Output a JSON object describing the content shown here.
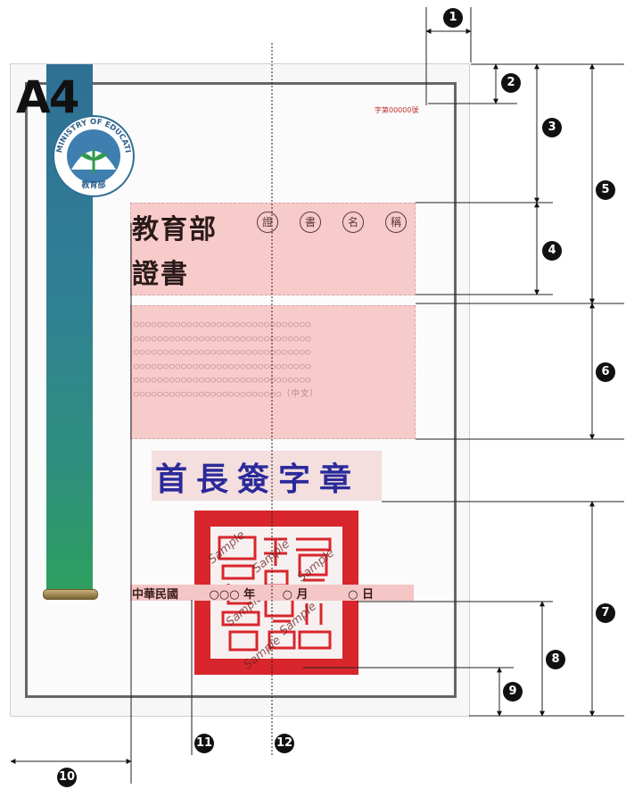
{
  "page_label": "A4",
  "logo": {
    "ring_text": "MINISTRY OF EDUCATION",
    "inner_text": "教育部",
    "icon": "education-emblem-icon"
  },
  "serial": "字第00000號",
  "title": {
    "main": "教育部",
    "sub": "證書",
    "circled_chars": [
      "證",
      "書",
      "名",
      "稱"
    ]
  },
  "body_text_lines": [
    "○○○○○○○○○○○○○○○○○○○○○○○○○○○○○○",
    "○○○○○○○○○○○○○○○○○○○○○○○○○○○○○○",
    "○○○○○○○○○○○○○○○○○○○○○○○○○○○○○○",
    "○○○○○○○○○○○○○○○○○○○○○○○○○○○○○○",
    "○○○○○○○○○○○○○○○○○○○○○○○○○○○○○○",
    "○○○○○○○○○○○○○○○○○○○○○○○○○（中文）"
  ],
  "signature": "首長簽字章",
  "date": {
    "prefix": "中華民國",
    "year": "○○○",
    "year_unit": "年",
    "month": "○",
    "month_unit": "月",
    "day": "○",
    "day_unit": "日"
  },
  "stamp": {
    "watermark": "Sample",
    "color": "#d8262c"
  },
  "callouts": [
    "1",
    "2",
    "3",
    "4",
    "5",
    "6",
    "7",
    "8",
    "9",
    "10",
    "11",
    "12"
  ],
  "colors": {
    "highlight_zone": "#f8c8c8",
    "side_band_top": "#2f6f95",
    "side_band_bottom": "#2ea05c",
    "signature_ink": "#2a2a9a"
  }
}
